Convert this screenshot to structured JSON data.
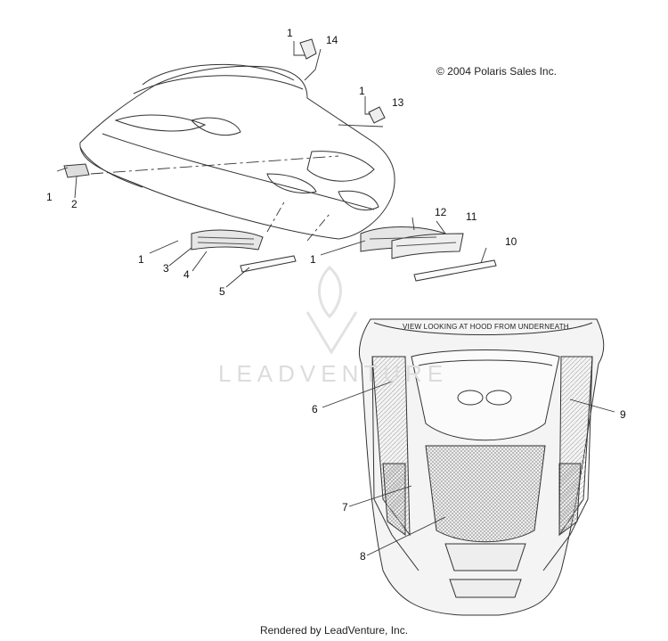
{
  "copyright": "© 2004 Polaris Sales Inc.",
  "underside_title": "VIEW LOOKING AT HOOD FROM UNDERNEATH",
  "footer": "Rendered by LeadVenture, Inc.",
  "watermark": "LEADVENTURE",
  "callouts": {
    "c14": "14",
    "c13": "13",
    "c1a": "1",
    "c1b": "1",
    "c1c": "1",
    "c1d": "1",
    "c1e": "1",
    "c2": "2",
    "c3": "3",
    "c4": "4",
    "c5": "5",
    "c6": "6",
    "c7": "7",
    "c8": "8",
    "c9": "9",
    "c10": "10",
    "c11": "11",
    "c12": "12"
  },
  "colors": {
    "line": "#333333",
    "hatch": "#9a9a9a",
    "watermark": "#dcdcdc"
  }
}
